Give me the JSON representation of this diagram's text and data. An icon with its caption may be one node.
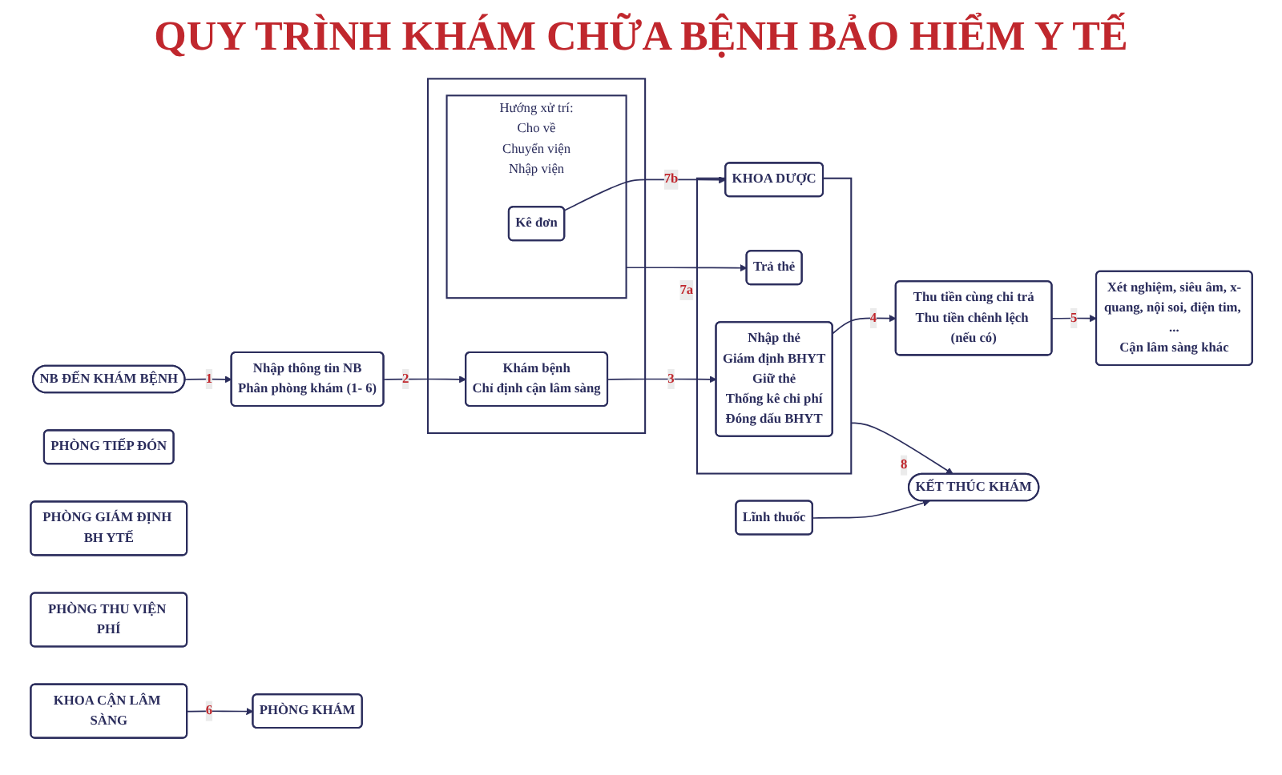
{
  "diagram": {
    "title": "QUY TRÌNH KHÁM CHỮA BỆNH BẢO HIỂM Y TẾ",
    "nodes": [
      {
        "text": [
          "NB ĐẾN KHÁM BỆNH"
        ]
      },
      {
        "text": [
          "PHÒNG TIẾP ĐÓN"
        ]
      },
      {
        "text": [
          "Nhập thông tin NB",
          "Phân phòng khám (1- 6)"
        ]
      },
      {
        "text": [
          "PHÒNG KHÁM"
        ]
      },
      {
        "text": [],
        "shape": "box"
      },
      {
        "text": [
          "Khám bệnh",
          "Chỉ định cận lâm sàng"
        ],
        "in": 4
      },
      {
        "text": [
          "Hướng xử trí:",
          "Cho về",
          "Chuyển viện",
          "Nhập viện"
        ],
        "in": 4
      },
      {
        "text": [
          "Kê đơn"
        ],
        "in": 6
      },
      {
        "text": [
          "PHÒNG GIÁM ĐỊNH BH YTẾ"
        ]
      },
      {
        "text": [],
        "shape": "box"
      },
      {
        "text": [
          "Nhập thẻ",
          "Giám định BHYT",
          "Giữ thẻ",
          "Thống kê chi phí",
          "Đóng dấu BHYT"
        ],
        "in": 9
      },
      {
        "text": [
          "Trả thẻ"
        ],
        "in": 9
      },
      {
        "text": [
          "PHÒNG THU VIỆN PHÍ"
        ]
      },
      {
        "text": [
          "Thu tiền cùng chi trả",
          "Thu tiền chênh lệch (nếu có)"
        ]
      },
      {
        "text": [
          "KHOA CẬN LÂM SÀNG"
        ]
      },
      {
        "text": [
          "Xét nghiệm, siêu âm, x-quang, nội soi, điện tim, ...",
          "Cận lâm sàng khác"
        ]
      },
      {
        "text": [
          "KHOA DƯỢC"
        ]
      },
      {
        "text": [
          "Lĩnh thuốc"
        ]
      },
      {
        "text": [
          "KẾT THÚC KHÁM"
        ]
      }
    ],
    "edges": [
      {
        "from": 0,
        "to": 2,
        "arrow": "to",
        "label": "1"
      },
      {
        "from": 2,
        "to": 5,
        "arrow": "to",
        "label": "2"
      },
      {
        "from": 5,
        "to": 10,
        "arrow": "to",
        "label": "3"
      },
      {
        "from": 10,
        "to": 13,
        "arrow": "to",
        "label": "4"
      },
      {
        "from": 13,
        "to": 15,
        "arrow": "to",
        "label": "5"
      },
      {
        "from": 14,
        "to": 3,
        "arrow": "to",
        "label": "6"
      },
      {
        "from": 6,
        "to": 11,
        "arrow": "to",
        "label": "7a"
      },
      {
        "from": 7,
        "to": 16,
        "arrow": "to",
        "label": "7b"
      },
      {
        "from": 17,
        "to": 18,
        "arrow": "to"
      },
      {
        "from": 9,
        "to": 18,
        "arrow": "to",
        "label": "8"
      }
    ]
  }
}
